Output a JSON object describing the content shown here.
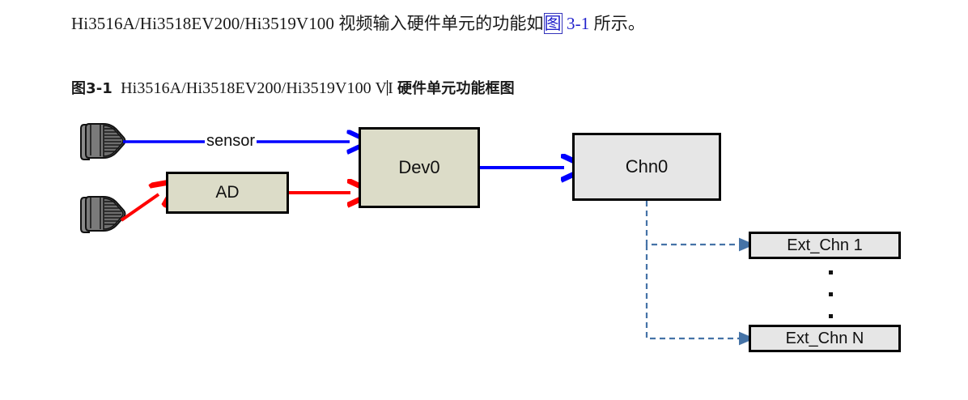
{
  "document": {
    "paragraph": {
      "before_xref": "Hi3516A/Hi3518EV200/Hi3519V100 视频输入硬件单元的功能如",
      "xref_cjk": "图",
      "xref_number": " 3-1",
      "after_xref": " 所示。"
    },
    "caption": {
      "label": "图3-1",
      "title_latin": "Hi3516A/Hi3518EV200/Hi3519V100 V",
      "title_latin_tail": "I",
      "title_cjk": "硬件单元功能框图"
    }
  },
  "figure": {
    "nodes": {
      "ad": "AD",
      "dev0": "Dev0",
      "chn0": "Chn0",
      "ext_chn_1": "Ext_Chn 1",
      "ext_chn_n": "Ext_Chn N"
    },
    "edge_labels": {
      "sensor": "sensor"
    },
    "icons": {
      "camera_top": "camera-icon",
      "camera_bottom": "camera-icon"
    },
    "ellipsis": "...",
    "colors": {
      "arrow_blue": "#0000ff",
      "arrow_red": "#ff0000",
      "arrow_dashed_blue": "#4573a7",
      "node_fill_olive": "#dcdcc8",
      "node_fill_gray": "#e6e6e6",
      "node_border": "#000000",
      "xref_link": "#2222cc",
      "camera_body": "#7a7a7a"
    }
  }
}
